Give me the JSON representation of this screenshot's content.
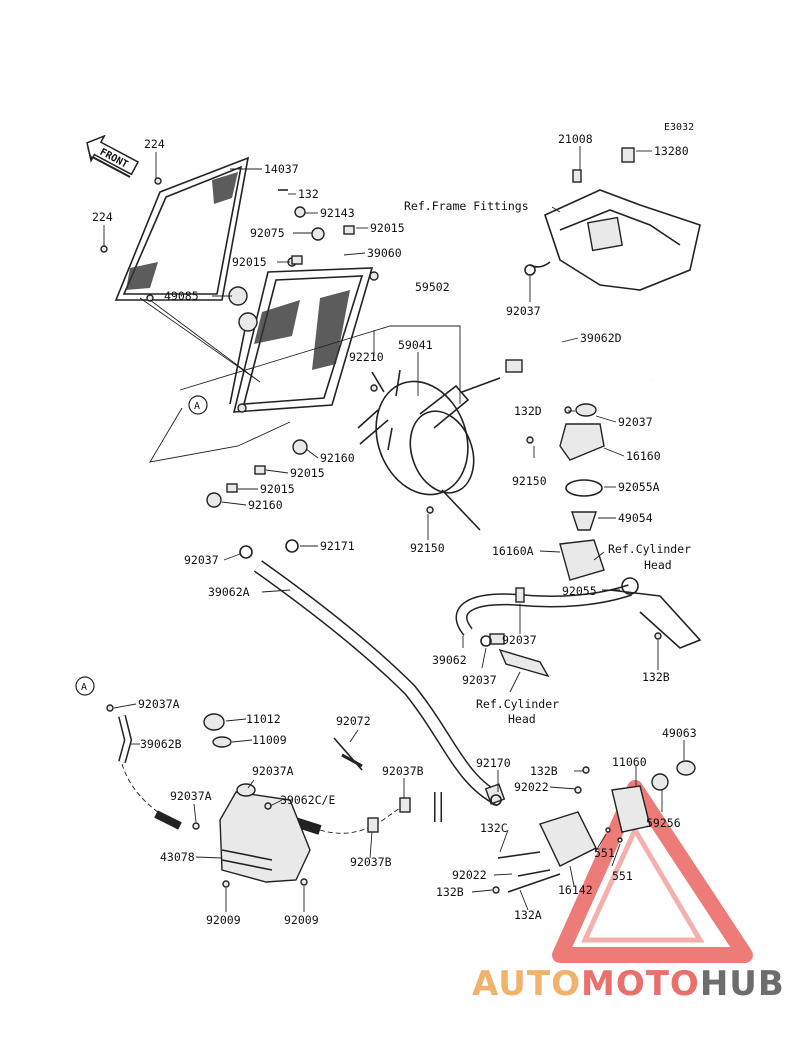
{
  "diagram_code": "E3032",
  "front_label": "FRONT",
  "labels": {
    "p224a": "224",
    "p14037": "14037",
    "p132": "132",
    "p92143": "92143",
    "p224b": "224",
    "p92075": "92075",
    "p92015a": "92015",
    "p39060": "39060",
    "p92015b": "92015",
    "p49085": "49085",
    "p21008": "21008",
    "p13280": "13280",
    "ref_frame": "Ref.Frame Fittings",
    "p59502": "59502",
    "p92037a": "92037",
    "p39062D": "39062D",
    "p59041": "59041",
    "p92210": "92210",
    "callout_a1": "A",
    "p132D": "132D",
    "p92037b": "92037",
    "p16160": "16160",
    "p92160a": "92160",
    "p92015c": "92015",
    "p92150a": "92150",
    "p92055A": "92055A",
    "p92015d": "92015",
    "p49054": "49054",
    "p92160b": "92160",
    "p92150b": "92150",
    "p92171": "92171",
    "p16160A": "16160A",
    "ref_cyl1": "Ref.Cylinder",
    "head1": "Head",
    "p92037c": "92037",
    "p92055": "92055",
    "p39062A": "39062A",
    "p92037d": "92037",
    "p39062": "39062",
    "p132B_a": "132B",
    "p92037e": "92037",
    "ref_cyl2": "Ref.Cylinder",
    "head2": "Head",
    "callout_a2": "A",
    "p92037A_a": "92037A",
    "p11012": "11012",
    "p92072": "92072",
    "p49063": "49063",
    "p11009": "11009",
    "p39062B": "39062B",
    "p11060": "11060",
    "p92170": "92170",
    "p92037A_b": "92037A",
    "p92037B_a": "92037B",
    "p132B_b": "132B",
    "p92022a": "92022",
    "p92037A_c": "92037A",
    "p39062CE": "39062C/E",
    "p59256": "59256",
    "p132C": "132C",
    "p551a": "551",
    "p43078": "43078",
    "p92037B_b": "92037B",
    "p551b": "551",
    "p92022b": "92022",
    "p16142": "16142",
    "p132B_c": "132B",
    "p132A": "132A",
    "p92009a": "92009",
    "p92009b": "92009"
  },
  "watermark": {
    "part1": "AUTO",
    "part2": "MOTO",
    "part3": "HUB"
  },
  "colors": {
    "wm_orange": "#f1b26b",
    "wm_red": "#e9706d",
    "wm_gray": "#6d6d6d",
    "wm_triangle": "#e8504a"
  }
}
